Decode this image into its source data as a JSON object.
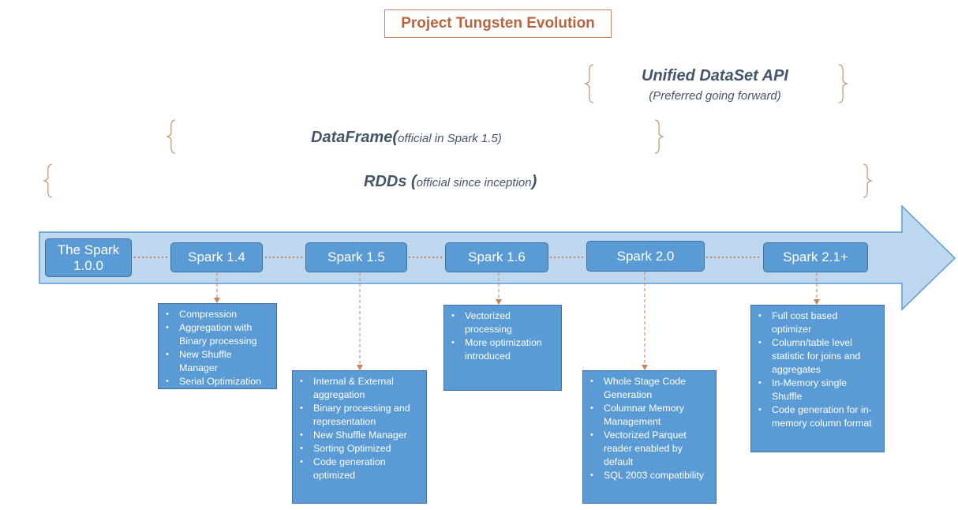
{
  "title": "Project Tungsten Evolution",
  "scopes": [
    {
      "name": "Unified DataSet API",
      "note": "(Preferred going forward)"
    },
    {
      "name": "DataFrame(",
      "note": "official in Spark 1.5)"
    },
    {
      "name": "RDDs (",
      "note": "official since inception",
      "tail": ")"
    }
  ],
  "milestones": [
    {
      "line1": "The Spark",
      "line2": "1.0.0"
    },
    {
      "label": "Spark 1.4"
    },
    {
      "label": "Spark 1.5"
    },
    {
      "label": "Spark 1.6"
    },
    {
      "label": "Spark 2.0"
    },
    {
      "label": "Spark 2.1+"
    }
  ],
  "features": {
    "spark_1_4": [
      "Compression",
      "Aggregation with Binary processing",
      "New Shuffle Manager",
      "Serial Optimization"
    ],
    "spark_1_5": [
      "Internal & External aggregation",
      "Binary processing and representation",
      "New Shuffle Manager",
      "Sorting Optimized",
      "Code generation optimized"
    ],
    "spark_1_6": [
      "Vectorized processing",
      "More optimization introduced"
    ],
    "spark_2_0": [
      "Whole Stage Code Generation",
      "Columnar Memory Management",
      "Vectorized Parquet reader enabled by default",
      "SQL 2003 compatibility"
    ],
    "spark_2_1": [
      "Full cost based optimizer",
      "Column/table level statistic for joins and aggregates",
      "In-Memory single Shuffle",
      "Code generation for in-memory column format"
    ]
  },
  "colors": {
    "arrow_fill": "#bdd7ee",
    "arrow_stroke": "#5b9bd5",
    "box_fill": "#5b9bd5",
    "connector": "#c9825a",
    "brace": "#c59a7a",
    "title_text": "#b8653f",
    "scope_text": "#44546a"
  }
}
